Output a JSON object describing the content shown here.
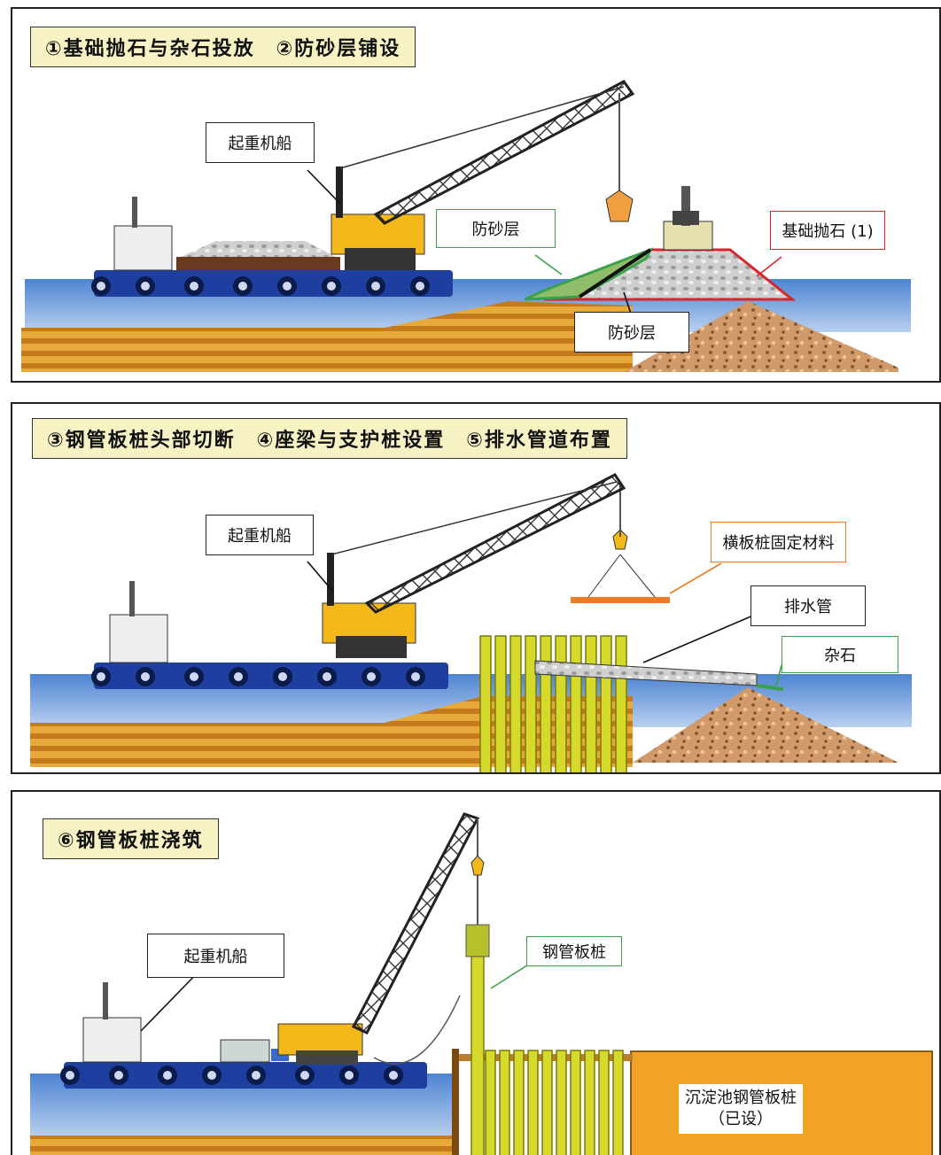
{
  "panel1": {
    "title": "①基础抛石与杂石投放　②防砂层铺设",
    "label_crane": "起重机船",
    "label_sand_green": "防砂层",
    "label_sand_black": "防砂层",
    "label_rubble": "基础抛石 (1)"
  },
  "panel2": {
    "title": "③钢管板桩头部切断　④座梁与支护桩设置　⑤排水管道布置",
    "label_crane": "起重机船",
    "label_fix": "横板桩固定材料",
    "label_drain": "排水管",
    "label_misc": "杂石"
  },
  "panel3": {
    "title": "⑥钢管板桩浇筑",
    "label_crane": "起重机船",
    "label_pile": "钢管板桩",
    "label_basin_1": "沉淀池钢管板桩",
    "label_basin_2": "（已设）"
  },
  "colors": {
    "sea": "#5b8fd6",
    "seabed": "#d8922a",
    "hull": "#1f3fa0",
    "crane": "#f3b81a",
    "pile": "#d4d92a",
    "gravel": "#c9906a",
    "green_line": "#3aa04a",
    "red_line": "#d9262c",
    "orange_line": "#ee7a22"
  }
}
